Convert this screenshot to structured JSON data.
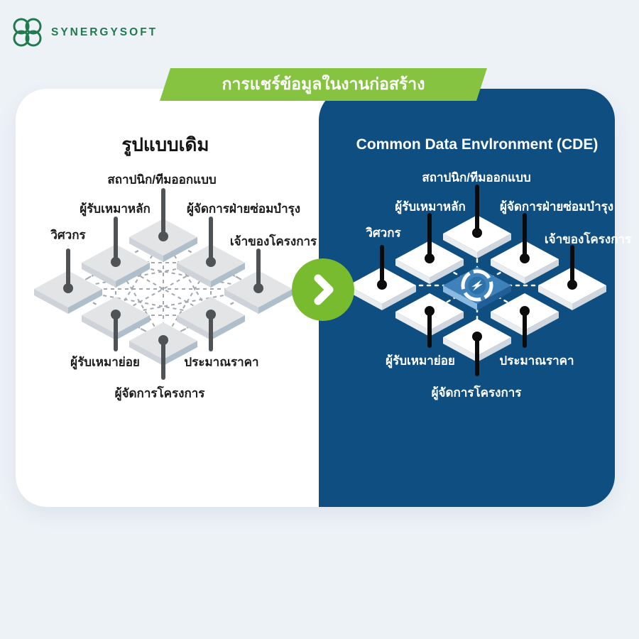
{
  "logo": {
    "text": "SYNERGYSOFT",
    "icon": "knot-loops-icon"
  },
  "banner": {
    "title": "การแชร์ข้อมูลในงานก่อสร้าง"
  },
  "left_panel": {
    "title": "รูปแบบเดิม",
    "type": "full-mesh-network"
  },
  "right_panel": {
    "title": "Common Data Envlronment (CDE)",
    "type": "hub-and-spoke-network"
  },
  "roles": {
    "architect": "สถาปนิก/ทีมออกแบบ",
    "main_contractor": "ผู้รับเหมาหลัก",
    "maintenance_manager": "ผู้จัดการฝ่ายซ่อมบำรุง",
    "engineer": "วิศวกร",
    "project_owner": "เจ้าของโครงการ",
    "subcontractor": "ผู้รับเหมาย่อย",
    "cost_estimator": "ประมาณราคา",
    "project_manager": "ผู้จัดการโครงการ"
  },
  "colors": {
    "background": "#edf2f7",
    "panel_blue": "#0f4e80",
    "banner_green": "#85c340",
    "arrow_green": "#79bb2e",
    "logo_green": "#217a4f",
    "hub_tile_blue": "#3f82ba",
    "gray_tile": "#e2e4e6",
    "mesh_line_gray": "#a2a8ae"
  }
}
